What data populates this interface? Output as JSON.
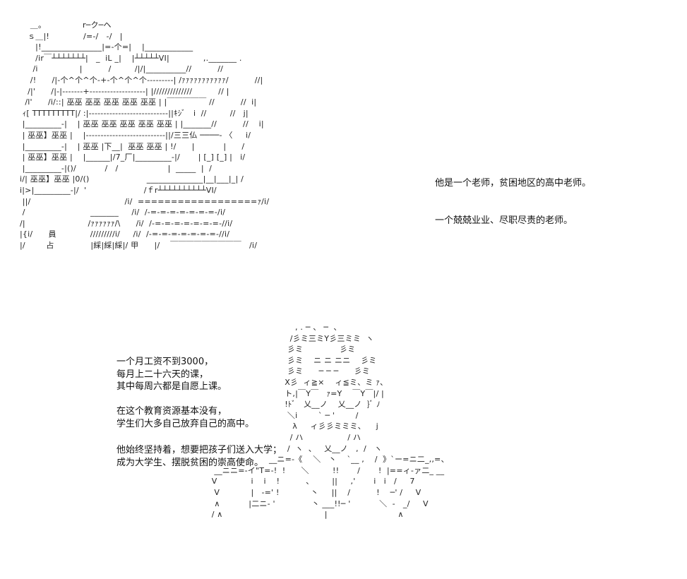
{
  "art": {
    "school_building": "    ＿。              r─ク─ヘ\n   ｓ＿|!             /=-/   -/   |\n      |!_______________|=-个=|    |____________\n      /ir￣┴┴┴┴┴┴┴|   _  iL _|    |┴┴┴┴┴VI|             ,._______ .\n     /i                |          /         /|/|__________//          //\n    /!      /|-个^个^个-+-个^个^个---------| /ｧｧｧｧｧｧｧｧｧｧｧ/          //|\n   /|'      /|-|-------+-------------------| |//////////////          // |\n  /l'      /i/::| 巫巫 巫巫 巫巫 巫巫 巫巫 | |￣￣￣￣￣ //          //  i|\n ｨ[ TTTTTTTTT|/ :|---------------------------||ｷｼﾞ   i  //         //   j|\n |_________-|    | 巫巫 巫巫 巫巫 巫巫 巫巫 | |_______//          //    i|\n | 巫巫】巫巫 |    |---------------------------||/三三仏 ────- 〈     i/\n |_________-|    | 巫巫 |下__|  巫巫 巫巫 | !/      |           |      /\n | 巫巫】巫巫 |    |______|/7_厂|_________-|/       | [_] [_] |   i/\n |_________-|()/           /   /                   |  _____  |  /\ni/| 巫巫】巫巫 |0/()                      ______________|__|___|_| /\ni|>|_________-|/  '                      /ｆr┴┴┴┴┴┴┴┴┴┴VI/\n ||/                                    /i/  ==================ｧ/i/\n /                         _______     /i/  /-=-=-=-=-=-=-=-/i/\n/|                        /ｧｧｧｧｧｧ/\\      /i/  /-=-=-=-=-=-=-=-//i/\n|{i/      員             /////////i/     /i/  /-=-=-=-=-=-=-=-//i/\n|/        占              |綵|綵|綵|/ 甲      |/    ￣￣￣￣￣￣￣￣￣   /i/",
    "teacher_figure": "                                 , . ─ 、 ─  、\n                               /彡ミ三ミY彡三ミミ  ヽ\n                              彡ミ              彡ミ\n                              彡ミ    ニ ニ ニニ    彡ミ\n                              彡ミ      ─ ─ ─      彡ミ\n                             X彡  ィ≧×    ィ≦ミ、ミ ｧ、\n                             ト,|￣Y￣   ｧ=Y    ￣Y￣|/ |\n                             !ﾄﾞ   乂__ノ    乂__ノ  }ﾞ ﾉ\n                              ＼i        ` ─ '        /\n                                λ     ィ彡彡ミミミ、    j\n                               / ハ                 / ハ\n                              /  ヽ  、   乂__ノ   ,  /   ヽ\n                       __ニ=-《    ＼   丶    `__ ,    /  》`ー=ニ二_,,=、\n  __ニニ=-イ\"T=-!  !      ＼         !!       /       !  |==ィ-ァ二_ __\n V             i    i    !          、       ||     ,'       i   i   /     7\n  V            |   -=' !            丶     ||    /          !    ─' /     V\n  ∧           |二ニ- '              丶 ___!!─ '           ＼  -   _/     V\n / ∧                                       |                           ∧"
  },
  "captions": {
    "line1": "他是一个老师，贫困地区的高中老师。",
    "line2": "一个兢兢业业、尽职尽责的老师。"
  },
  "story": {
    "paragraph1": [
      "一个月工资不到3000，",
      "每月上二十六天的课，",
      "其中每周六都是自愿上课。"
    ],
    "paragraph2": [
      "在这个教育资源基本没有，",
      "学生们大多自己放弃自己的高中。"
    ],
    "paragraph3": [
      "他始终坚持着，想要把孩子们送入大学；",
      "成为大学生、摆脱贫困的崇高使命。"
    ]
  }
}
